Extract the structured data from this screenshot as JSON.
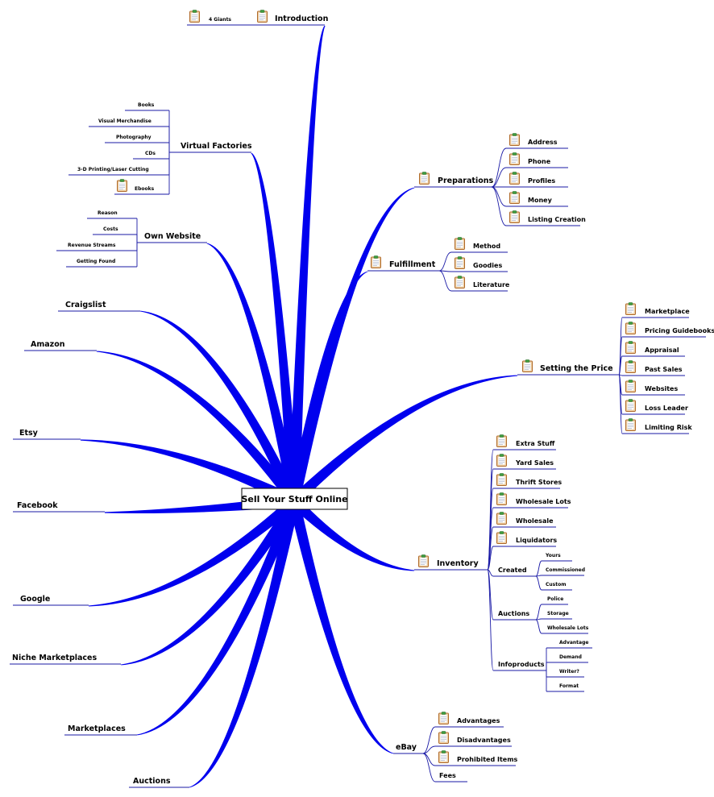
{
  "central": "Sell Your Stuff Online",
  "branch_color": "#0000ee",
  "left": [
    {
      "id": "introduction",
      "label": "Introduction",
      "icon": "notepad-icon",
      "children": [
        {
          "id": "4-giants",
          "label": "4 Giants",
          "icon": "notepad-icon"
        }
      ]
    },
    {
      "id": "virtual-factories",
      "label": "Virtual Factories",
      "children": [
        {
          "id": "books",
          "label": "Books"
        },
        {
          "id": "visual-merchandise",
          "label": "Visual Merchandise"
        },
        {
          "id": "photography",
          "label": "Photography"
        },
        {
          "id": "cds",
          "label": "CDs"
        },
        {
          "id": "3d-printing",
          "label": "3-D Printing/Laser Cutting"
        },
        {
          "id": "ebooks",
          "label": "Ebooks",
          "icon": "notepad-icon"
        }
      ]
    },
    {
      "id": "own-website",
      "label": "Own Website",
      "children": [
        {
          "id": "reason",
          "label": "Reason"
        },
        {
          "id": "costs",
          "label": "Costs"
        },
        {
          "id": "revenue-streams",
          "label": "Revenue Streams"
        },
        {
          "id": "getting-found",
          "label": "Getting Found"
        }
      ]
    },
    {
      "id": "craigslist",
      "label": "Craigslist"
    },
    {
      "id": "amazon",
      "label": "Amazon"
    },
    {
      "id": "etsy",
      "label": "Etsy"
    },
    {
      "id": "facebook",
      "label": "Facebook"
    },
    {
      "id": "google",
      "label": "Google"
    },
    {
      "id": "niche-marketplaces",
      "label": "Niche Marketplaces"
    },
    {
      "id": "marketplaces",
      "label": "Marketplaces"
    },
    {
      "id": "auctions",
      "label": "Auctions"
    }
  ],
  "right": [
    {
      "id": "preparations",
      "label": "Preparations",
      "icon": "notepad-icon",
      "children": [
        {
          "id": "address",
          "label": "Address",
          "icon": "notepad-icon"
        },
        {
          "id": "phone",
          "label": "Phone",
          "icon": "notepad-icon"
        },
        {
          "id": "profiles",
          "label": "Profiles",
          "icon": "notepad-icon"
        },
        {
          "id": "money",
          "label": "Money",
          "icon": "notepad-icon"
        },
        {
          "id": "listing-creation",
          "label": "Listing Creation",
          "icon": "notepad-icon"
        }
      ]
    },
    {
      "id": "fulfillment",
      "label": "Fulfillment",
      "icon": "notepad-icon",
      "children": [
        {
          "id": "method",
          "label": "Method",
          "icon": "notepad-icon"
        },
        {
          "id": "goodies",
          "label": "Goodies",
          "icon": "notepad-icon"
        },
        {
          "id": "literature",
          "label": "Literature",
          "icon": "notepad-icon"
        }
      ]
    },
    {
      "id": "setting-the-price",
      "label": "Setting the Price",
      "icon": "notepad-icon",
      "children": [
        {
          "id": "marketplace",
          "label": "Marketplace",
          "icon": "notepad-icon"
        },
        {
          "id": "pricing-guidebooks",
          "label": "Pricing Guidebooks",
          "icon": "notepad-icon"
        },
        {
          "id": "appraisal",
          "label": "Appraisal",
          "icon": "notepad-icon"
        },
        {
          "id": "past-sales",
          "label": "Past Sales",
          "icon": "notepad-icon"
        },
        {
          "id": "websites",
          "label": "Websites",
          "icon": "notepad-icon"
        },
        {
          "id": "loss-leader",
          "label": "Loss Leader",
          "icon": "notepad-icon"
        },
        {
          "id": "limiting-risk",
          "label": "Limiting Risk",
          "icon": "notepad-icon"
        }
      ]
    },
    {
      "id": "inventory",
      "label": "Inventory",
      "icon": "notepad-icon",
      "children": [
        {
          "id": "extra-stuff",
          "label": "Extra Stuff",
          "icon": "notepad-icon"
        },
        {
          "id": "yard-sales",
          "label": "Yard Sales",
          "icon": "notepad-icon"
        },
        {
          "id": "thrift-stores",
          "label": "Thrift Stores",
          "icon": "notepad-icon"
        },
        {
          "id": "wholesale-lots",
          "label": "Wholesale Lots",
          "icon": "notepad-icon"
        },
        {
          "id": "wholesale",
          "label": "Wholesale",
          "icon": "notepad-icon"
        },
        {
          "id": "liquidators",
          "label": "Liquidators",
          "icon": "notepad-icon"
        },
        {
          "id": "created",
          "label": "Created",
          "children": [
            {
              "id": "yours",
              "label": "Yours"
            },
            {
              "id": "commissioned",
              "label": "Commissioned"
            },
            {
              "id": "custom",
              "label": "Custom"
            }
          ]
        },
        {
          "id": "inv-auctions",
          "label": "Auctions",
          "children": [
            {
              "id": "police",
              "label": "Police"
            },
            {
              "id": "storage",
              "label": "Storage"
            },
            {
              "id": "inv-wholesale-lots",
              "label": "Wholesale Lots"
            }
          ]
        },
        {
          "id": "infoproducts",
          "label": "Infoproducts",
          "children": [
            {
              "id": "advantage",
              "label": "Advantage"
            },
            {
              "id": "demand",
              "label": "Demand"
            },
            {
              "id": "writer",
              "label": "Writer?"
            },
            {
              "id": "format",
              "label": "Format"
            }
          ]
        }
      ]
    },
    {
      "id": "ebay",
      "label": "eBay",
      "children": [
        {
          "id": "advantages",
          "label": "Advantages",
          "icon": "notepad-icon"
        },
        {
          "id": "disadvantages",
          "label": "Disadvantages",
          "icon": "notepad-icon"
        },
        {
          "id": "prohibited-items",
          "label": "Prohibited Items",
          "icon": "notepad-icon"
        },
        {
          "id": "fees",
          "label": "Fees"
        }
      ]
    }
  ]
}
